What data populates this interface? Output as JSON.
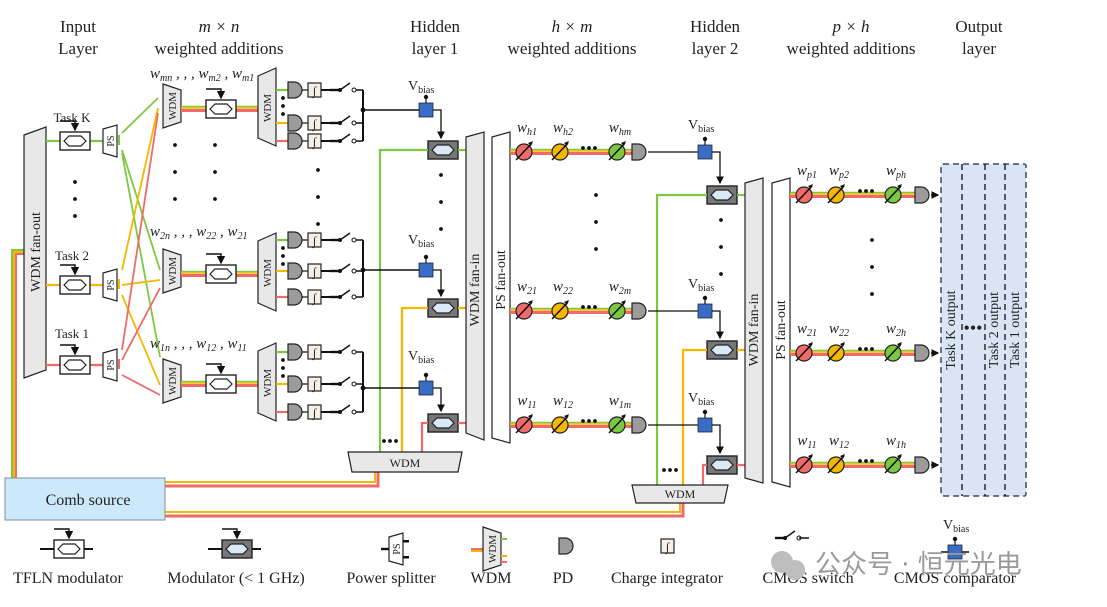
{
  "colors": {
    "green": "#7dc843",
    "yellow": "#f5b800",
    "red": "#f06a6a",
    "blue_comparator": "#3a6cc4",
    "comb_fill": "#cce9fb",
    "output_fill": "#d9e4f4",
    "gray_block": "#e8e8e8",
    "pd_gray": "#9b9b9b",
    "mod_dark": "#777777",
    "mod_light": "#dbe9f6"
  },
  "headers": {
    "input": [
      "Input",
      "Layer"
    ],
    "mn": [
      "m × n",
      "weighted additions"
    ],
    "hidden1": [
      "Hidden",
      "layer 1"
    ],
    "hm": [
      "h × m",
      "weighted additions"
    ],
    "hidden2": [
      "Hidden",
      "layer 2"
    ],
    "ph": [
      "p × h",
      "weighted additions"
    ],
    "output": [
      "Output",
      "layer"
    ]
  },
  "input_tasks": [
    "Task K",
    "Task 2",
    "Task 1"
  ],
  "weight_rows_mn": [
    {
      "w": "w",
      "a": "mn",
      "b": "m2",
      "c": "m1"
    },
    {
      "w": "w",
      "a": "2n",
      "b": "22",
      "c": "21"
    },
    {
      "w": "w",
      "a": "1n",
      "b": "12",
      "c": "11"
    }
  ],
  "weights_hm": [
    [
      "h1",
      "h2",
      "hm"
    ],
    [
      "21",
      "22",
      "2m"
    ],
    [
      "11",
      "12",
      "1m"
    ]
  ],
  "weights_ph": [
    [
      "p1",
      "p2",
      "ph"
    ],
    [
      "21",
      "22",
      "2h"
    ],
    [
      "11",
      "12",
      "1h"
    ]
  ],
  "labels": {
    "wdm": "WDM",
    "ps": "PS",
    "wdm_fan_out": "WDM fan-out",
    "wdm_fan_in": "WDM fan-in",
    "ps_fan_out": "PS fan-out",
    "vbias_v": "V",
    "vbias_sub": "bias",
    "comb_source": "Comb source",
    "integrator_symbol": "∫",
    "ellipsis": "•••"
  },
  "outputs": [
    "Task K output",
    "Task 2 output",
    "Task 1 output"
  ],
  "legend": [
    {
      "icon": "tfln-modulator-icon",
      "label": "TFLN modulator"
    },
    {
      "icon": "slow-modulator-icon",
      "label": "Modulator (< 1 GHz)"
    },
    {
      "icon": "power-splitter-icon",
      "label": "Power splitter"
    },
    {
      "icon": "wdm-icon",
      "label": "WDM"
    },
    {
      "icon": "photodetector-icon",
      "label": "PD"
    },
    {
      "icon": "charge-integrator-icon",
      "label": "Charge integrator"
    },
    {
      "icon": "cmos-switch-icon",
      "label": "CMOS switch"
    },
    {
      "icon": "cmos-comparator-icon",
      "label": "CMOS comparator"
    }
  ],
  "watermark": "公众号 · 恒元光电"
}
